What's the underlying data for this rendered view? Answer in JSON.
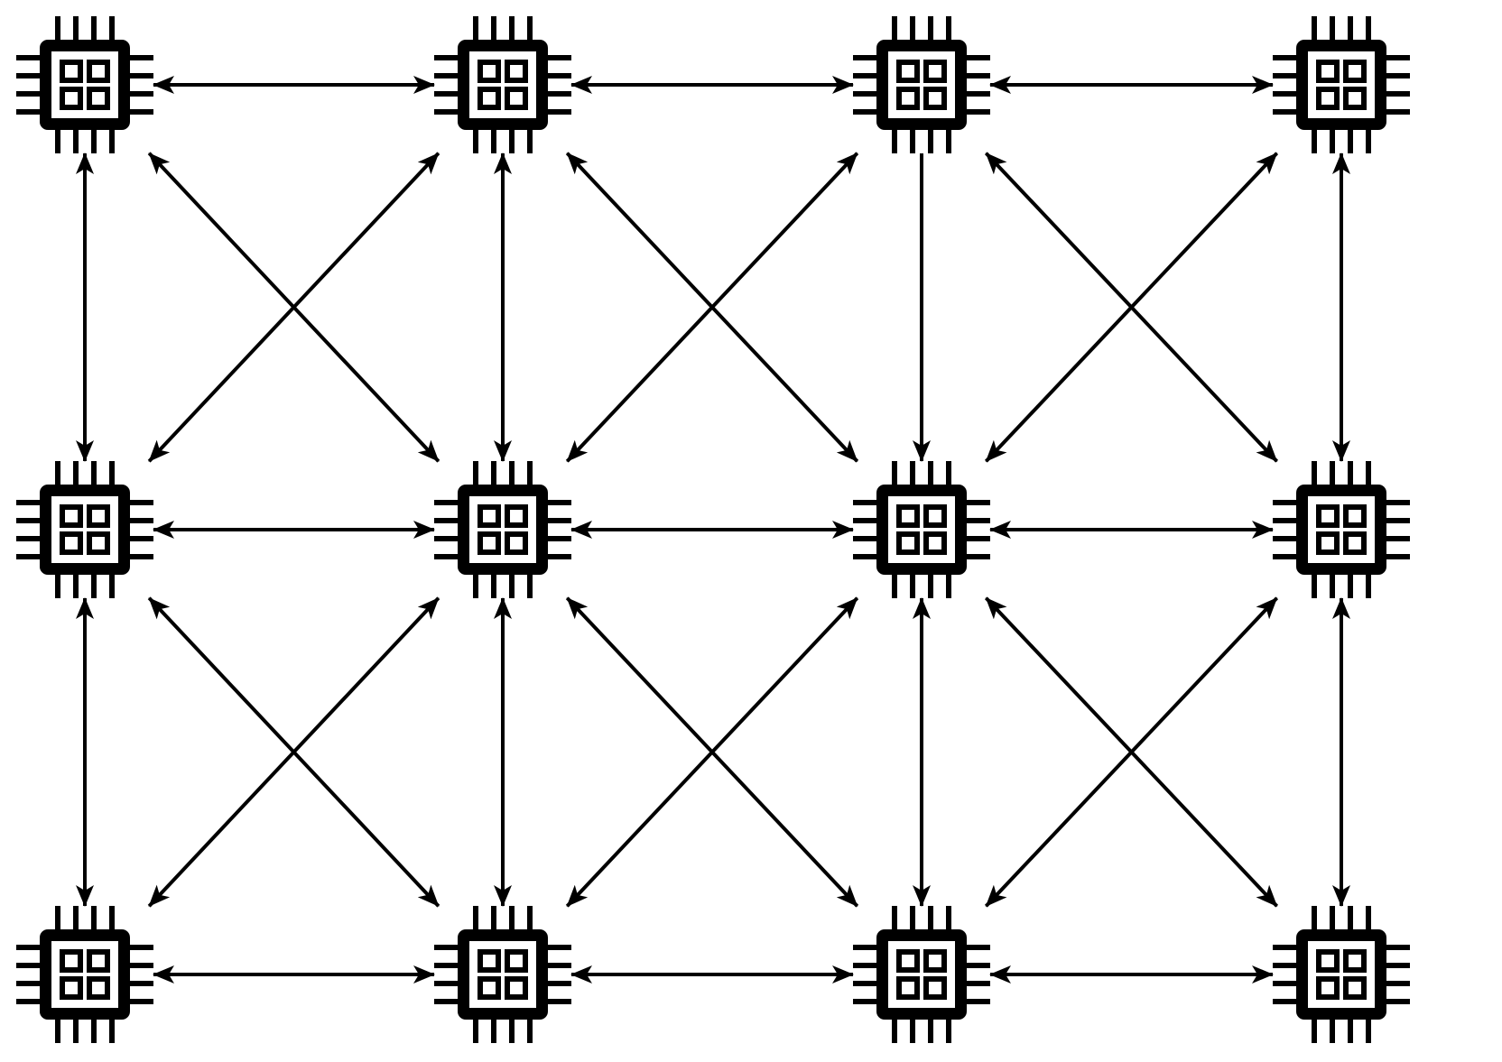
{
  "diagram": {
    "type": "chip-mesh-network",
    "rows": 3,
    "cols": 4,
    "node_icon": "cpu-chip-icon",
    "stroke_color": "#000000",
    "background_color": "#ffffff",
    "edges": [
      {
        "from": [
          0,
          0
        ],
        "to": [
          0,
          1
        ],
        "ends": "both"
      },
      {
        "from": [
          0,
          1
        ],
        "to": [
          0,
          2
        ],
        "ends": "both"
      },
      {
        "from": [
          0,
          2
        ],
        "to": [
          0,
          3
        ],
        "ends": "both"
      },
      {
        "from": [
          1,
          0
        ],
        "to": [
          1,
          1
        ],
        "ends": "both"
      },
      {
        "from": [
          1,
          1
        ],
        "to": [
          1,
          2
        ],
        "ends": "both"
      },
      {
        "from": [
          1,
          2
        ],
        "to": [
          1,
          3
        ],
        "ends": "both"
      },
      {
        "from": [
          2,
          0
        ],
        "to": [
          2,
          1
        ],
        "ends": "both"
      },
      {
        "from": [
          2,
          1
        ],
        "to": [
          2,
          2
        ],
        "ends": "both"
      },
      {
        "from": [
          2,
          2
        ],
        "to": [
          2,
          3
        ],
        "ends": "both"
      },
      {
        "from": [
          0,
          0
        ],
        "to": [
          1,
          0
        ],
        "ends": "both"
      },
      {
        "from": [
          0,
          1
        ],
        "to": [
          1,
          1
        ],
        "ends": "both"
      },
      {
        "from": [
          0,
          2
        ],
        "to": [
          1,
          2
        ],
        "ends": "end"
      },
      {
        "from": [
          0,
          3
        ],
        "to": [
          1,
          3
        ],
        "ends": "both"
      },
      {
        "from": [
          1,
          0
        ],
        "to": [
          2,
          0
        ],
        "ends": "both"
      },
      {
        "from": [
          1,
          1
        ],
        "to": [
          2,
          1
        ],
        "ends": "both"
      },
      {
        "from": [
          1,
          2
        ],
        "to": [
          2,
          2
        ],
        "ends": "both"
      },
      {
        "from": [
          1,
          3
        ],
        "to": [
          2,
          3
        ],
        "ends": "both"
      },
      {
        "from": [
          0,
          0
        ],
        "to": [
          1,
          1
        ],
        "ends": "both"
      },
      {
        "from": [
          0,
          1
        ],
        "to": [
          1,
          0
        ],
        "ends": "both"
      },
      {
        "from": [
          0,
          1
        ],
        "to": [
          1,
          2
        ],
        "ends": "both"
      },
      {
        "from": [
          0,
          2
        ],
        "to": [
          1,
          1
        ],
        "ends": "both"
      },
      {
        "from": [
          0,
          2
        ],
        "to": [
          1,
          3
        ],
        "ends": "both"
      },
      {
        "from": [
          0,
          3
        ],
        "to": [
          1,
          2
        ],
        "ends": "both"
      },
      {
        "from": [
          1,
          0
        ],
        "to": [
          2,
          1
        ],
        "ends": "both"
      },
      {
        "from": [
          1,
          1
        ],
        "to": [
          2,
          0
        ],
        "ends": "both"
      },
      {
        "from": [
          1,
          1
        ],
        "to": [
          2,
          2
        ],
        "ends": "both"
      },
      {
        "from": [
          1,
          2
        ],
        "to": [
          2,
          1
        ],
        "ends": "both"
      },
      {
        "from": [
          1,
          2
        ],
        "to": [
          2,
          3
        ],
        "ends": "both"
      },
      {
        "from": [
          1,
          3
        ],
        "to": [
          2,
          2
        ],
        "ends": "both"
      }
    ]
  }
}
